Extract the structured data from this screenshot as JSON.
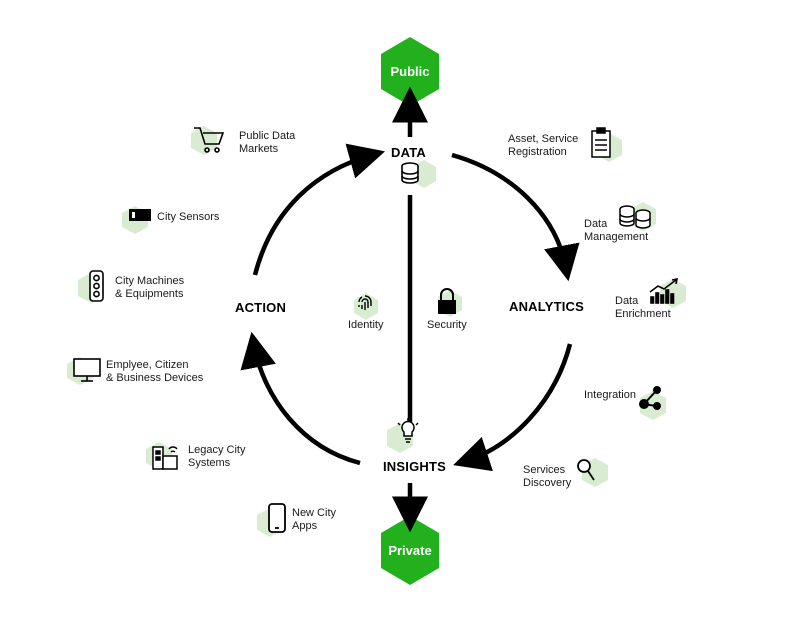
{
  "nodes": {
    "data": "DATA",
    "analytics": "ANALYTICS",
    "insights": "INSIGHTS",
    "action": "ACTION"
  },
  "endpoints": {
    "public": "Public",
    "private": "Private"
  },
  "center": {
    "identity": "Identity",
    "security": "Security"
  },
  "right_items": [
    {
      "label": "Asset, Service\nRegistration",
      "icon": "clipboard-icon"
    },
    {
      "label": "Data\nManagement",
      "icon": "database-icon"
    },
    {
      "label": "Data\nEnrichment",
      "icon": "chart-growth-icon"
    },
    {
      "label": "Integration",
      "icon": "network-icon"
    },
    {
      "label": "Services\nDiscovery",
      "icon": "magnifier-icon"
    }
  ],
  "left_items": [
    {
      "label": "Public Data\nMarkets",
      "icon": "shopping-cart-icon"
    },
    {
      "label": "City Sensors",
      "icon": "sensor-icon"
    },
    {
      "label": "City Machines\n& Equipments",
      "icon": "traffic-light-icon"
    },
    {
      "label": "Emplyee, Citizen\n& Business Devices",
      "icon": "monitor-icon"
    },
    {
      "label": "Legacy City\nSystems",
      "icon": "building-icon"
    },
    {
      "label": "New City\nApps",
      "icon": "smartphone-icon"
    }
  ],
  "colors": {
    "accent_green": "#22b11d",
    "light_green": "#d9ecd1",
    "arrow": "#000000"
  }
}
